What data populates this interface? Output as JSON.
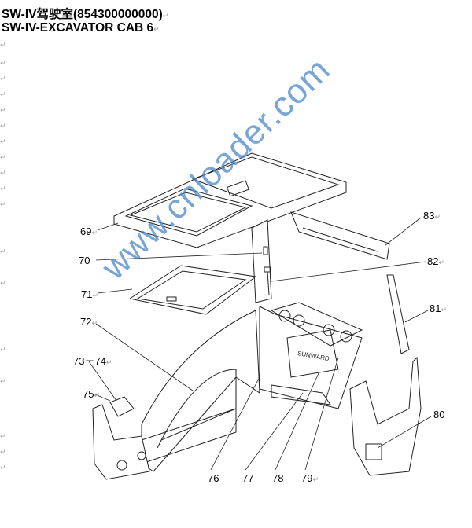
{
  "titles": [
    "SW-IV驾驶室(854300000000)",
    "SW-IV-EXCAVATOR CAB 6"
  ],
  "paragraph_mark": "↵",
  "watermark": "www.cnloader.com",
  "callouts": [
    "69",
    "70",
    "71",
    "72",
    "73－74",
    "75",
    "76",
    "77",
    "78",
    "79",
    "80",
    "81",
    "82",
    "83"
  ],
  "decal_text": "SUNWARD"
}
